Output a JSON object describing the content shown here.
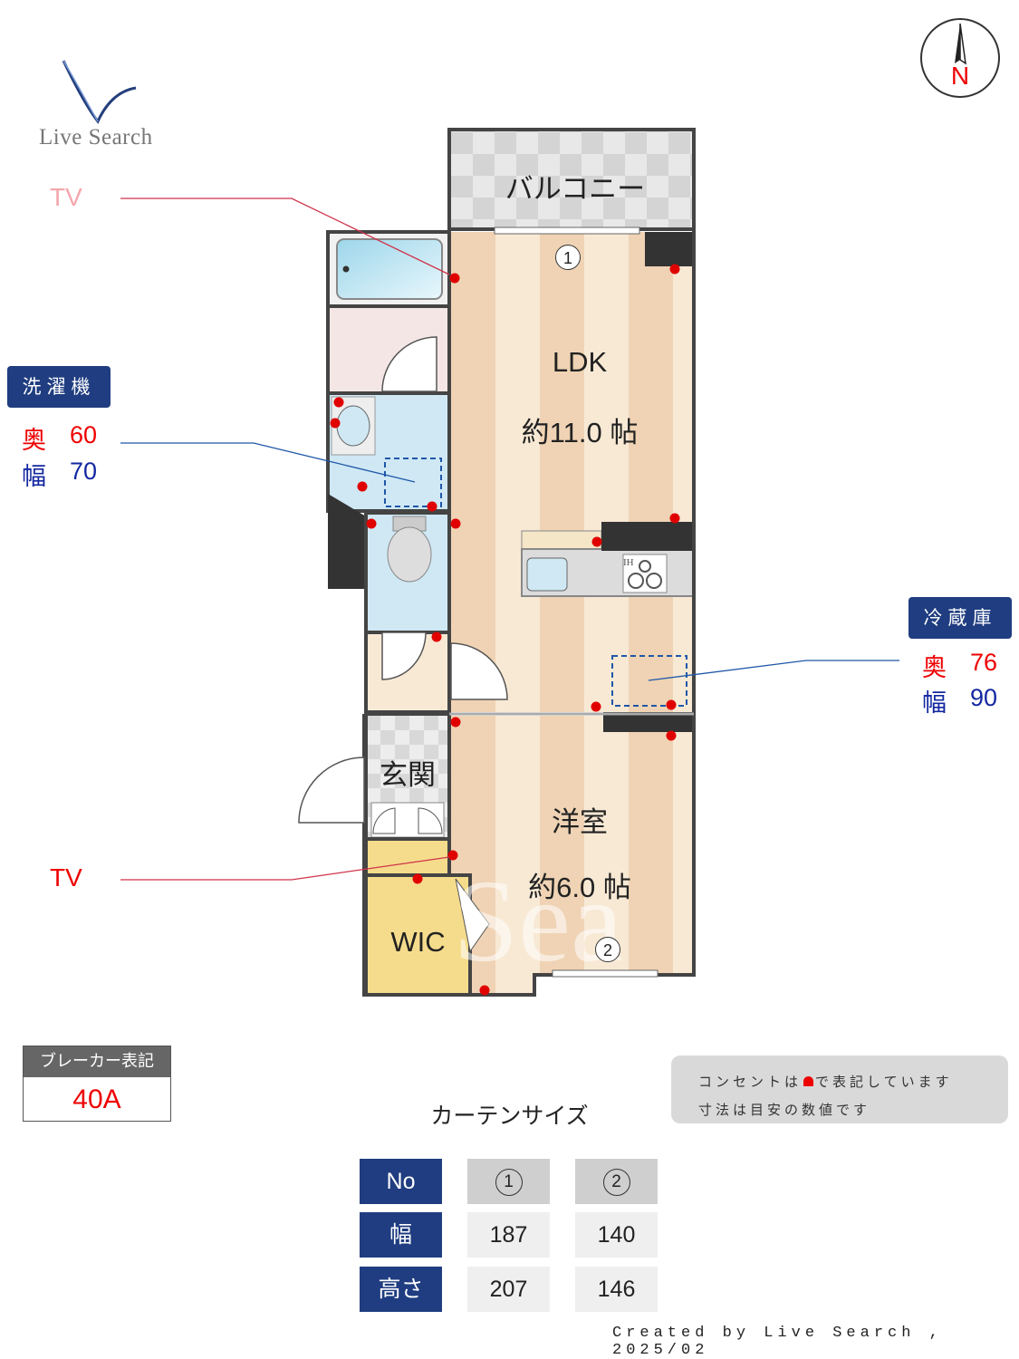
{
  "logo": {
    "text": "Live Search"
  },
  "compass": {
    "letter": "N"
  },
  "floorplan": {
    "balcony": "バルコニー",
    "ldk": {
      "name": "LDK",
      "size": "約11.0 帖"
    },
    "western": {
      "name": "洋室",
      "size": "約6.0 帖"
    },
    "entrance": "玄関",
    "wic": "WIC",
    "window1": "1",
    "window2": "2",
    "ih_label": "IH"
  },
  "tv_top": "TV",
  "tv_bottom": "TV",
  "washer": {
    "title": "洗濯機",
    "depth_label": "奥",
    "depth": "60",
    "width_label": "幅",
    "width": "70"
  },
  "fridge": {
    "title": "冷蔵庫",
    "depth_label": "奥",
    "depth": "76",
    "width_label": "幅",
    "width": "90"
  },
  "breaker": {
    "title": "ブレーカー表記",
    "value": "40A"
  },
  "note": {
    "line1_a": "コンセントは",
    "line1_b": "で表記しています",
    "line2": "寸法は目安の数値です"
  },
  "curtain": {
    "title": "カーテンサイズ",
    "headers": [
      "No",
      "1",
      "2"
    ],
    "rows": [
      {
        "label": "幅",
        "values": [
          "187",
          "140"
        ]
      },
      {
        "label": "高さ",
        "values": [
          "207",
          "146"
        ]
      }
    ]
  },
  "footer": "Created by Live Search , 2025/02",
  "colors": {
    "outlet": "#e00000",
    "navy": "#1f3d80",
    "floor_light": "#f8e8d3",
    "floor_stripe": "#efd5b8",
    "tile_blue": "#cfe8f4",
    "wic_yellow": "#f5dc8c"
  }
}
